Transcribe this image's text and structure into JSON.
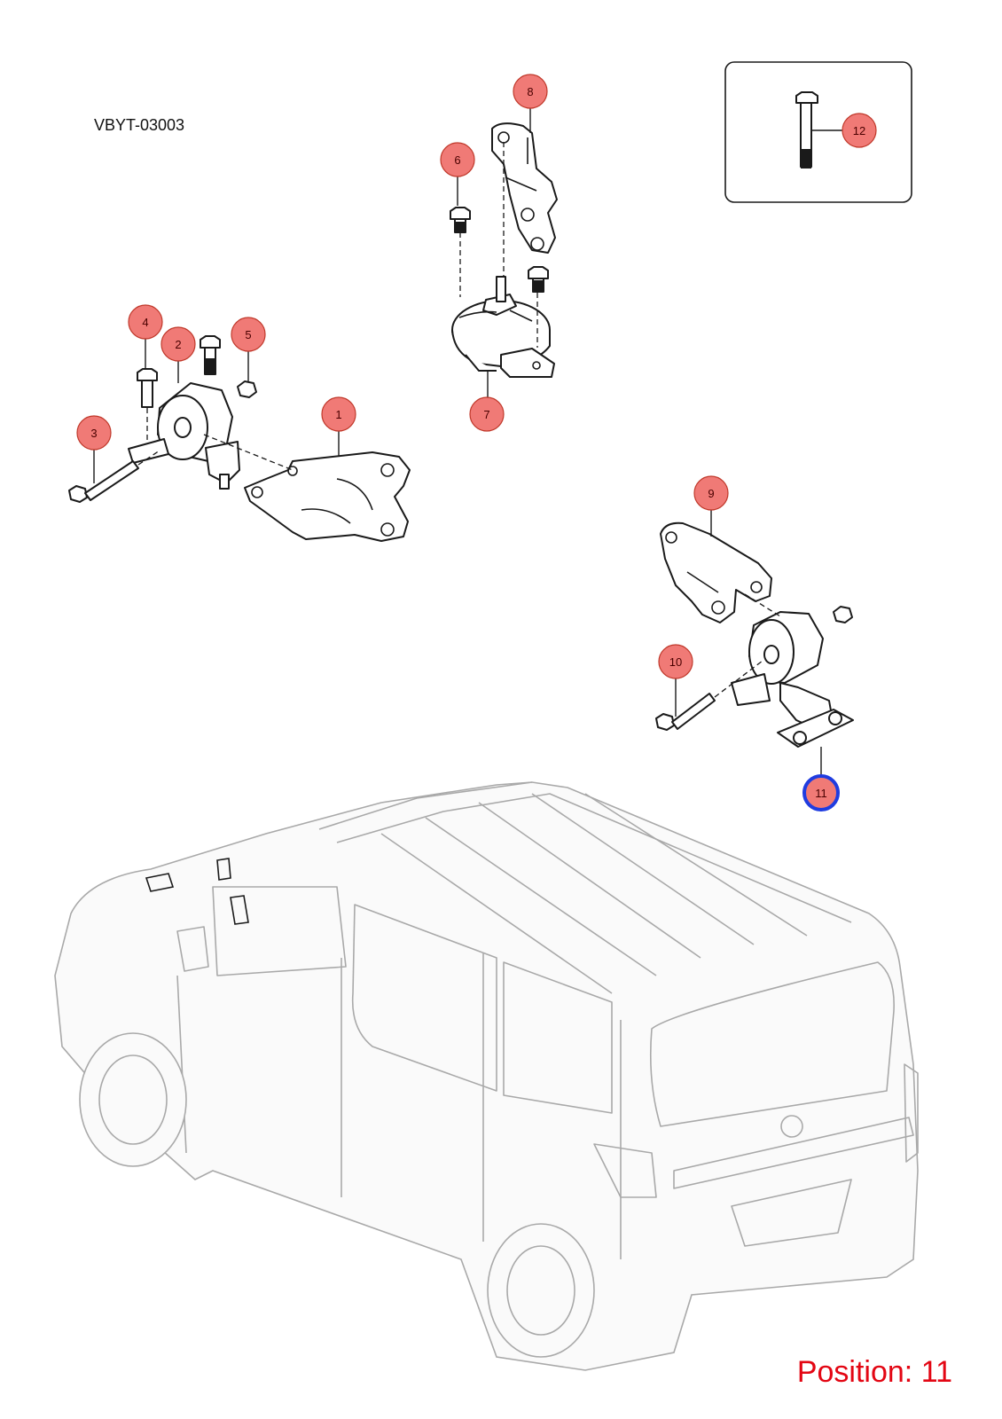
{
  "diagram": {
    "reference_code": "VBYT-03003",
    "position_label": "Position: 11",
    "selected_callout": "11",
    "colors": {
      "callout_fill": "#f07a76",
      "callout_stroke": "#c0392b",
      "highlight": "#1f3ce0",
      "position_text": "#e30613"
    },
    "callouts": [
      "1",
      "2",
      "3",
      "4",
      "5",
      "6",
      "7",
      "8",
      "9",
      "10",
      "11",
      "12"
    ]
  }
}
